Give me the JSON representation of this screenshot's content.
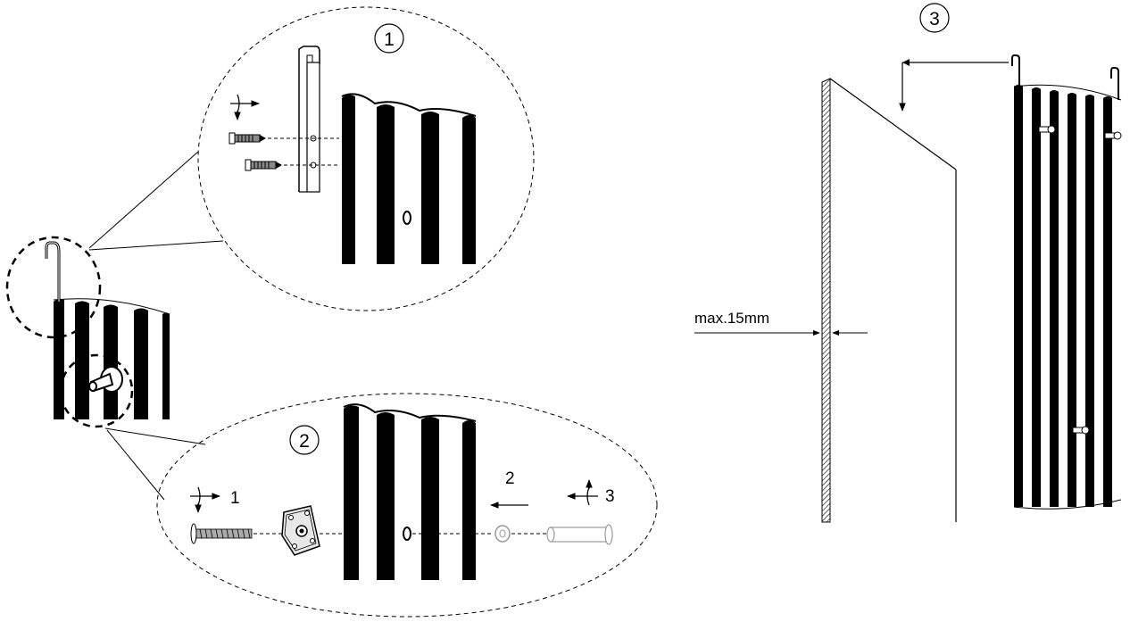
{
  "steps": {
    "one": "1",
    "two": "2",
    "three": "3"
  },
  "substeps": {
    "a": "1",
    "b": "2",
    "c": "3"
  },
  "dimension": {
    "label": "max.15mm"
  }
}
